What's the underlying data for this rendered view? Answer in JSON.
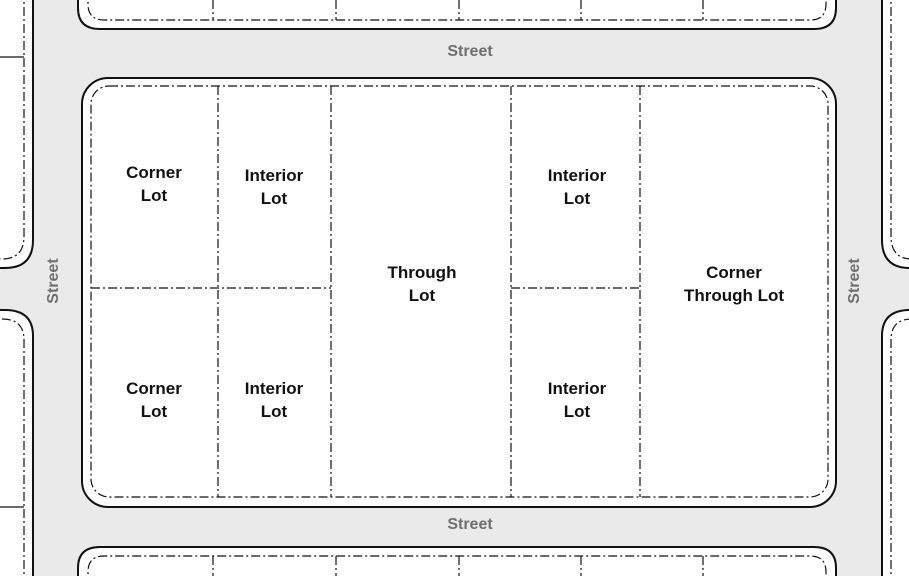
{
  "streets": {
    "top": "Street",
    "bottom": "Street",
    "left": "Street",
    "right": "Street"
  },
  "lots": {
    "corner_top_left": [
      "Corner",
      "Lot"
    ],
    "interior_top_left": [
      "Interior",
      "Lot"
    ],
    "through": [
      "Through",
      "Lot"
    ],
    "interior_top_right": [
      "Interior",
      "Lot"
    ],
    "corner_through": [
      "Corner",
      "Through Lot"
    ],
    "corner_bottom_left": [
      "Corner",
      "Lot"
    ],
    "interior_bottom_left": [
      "Interior",
      "Lot"
    ],
    "interior_bottom_right": [
      "Interior",
      "Lot"
    ]
  },
  "colors": {
    "street": "#eaeaea",
    "block": "#ffffff",
    "outline": "#111111",
    "street_label": "#6f6f6f",
    "lot_label": "#111111"
  }
}
